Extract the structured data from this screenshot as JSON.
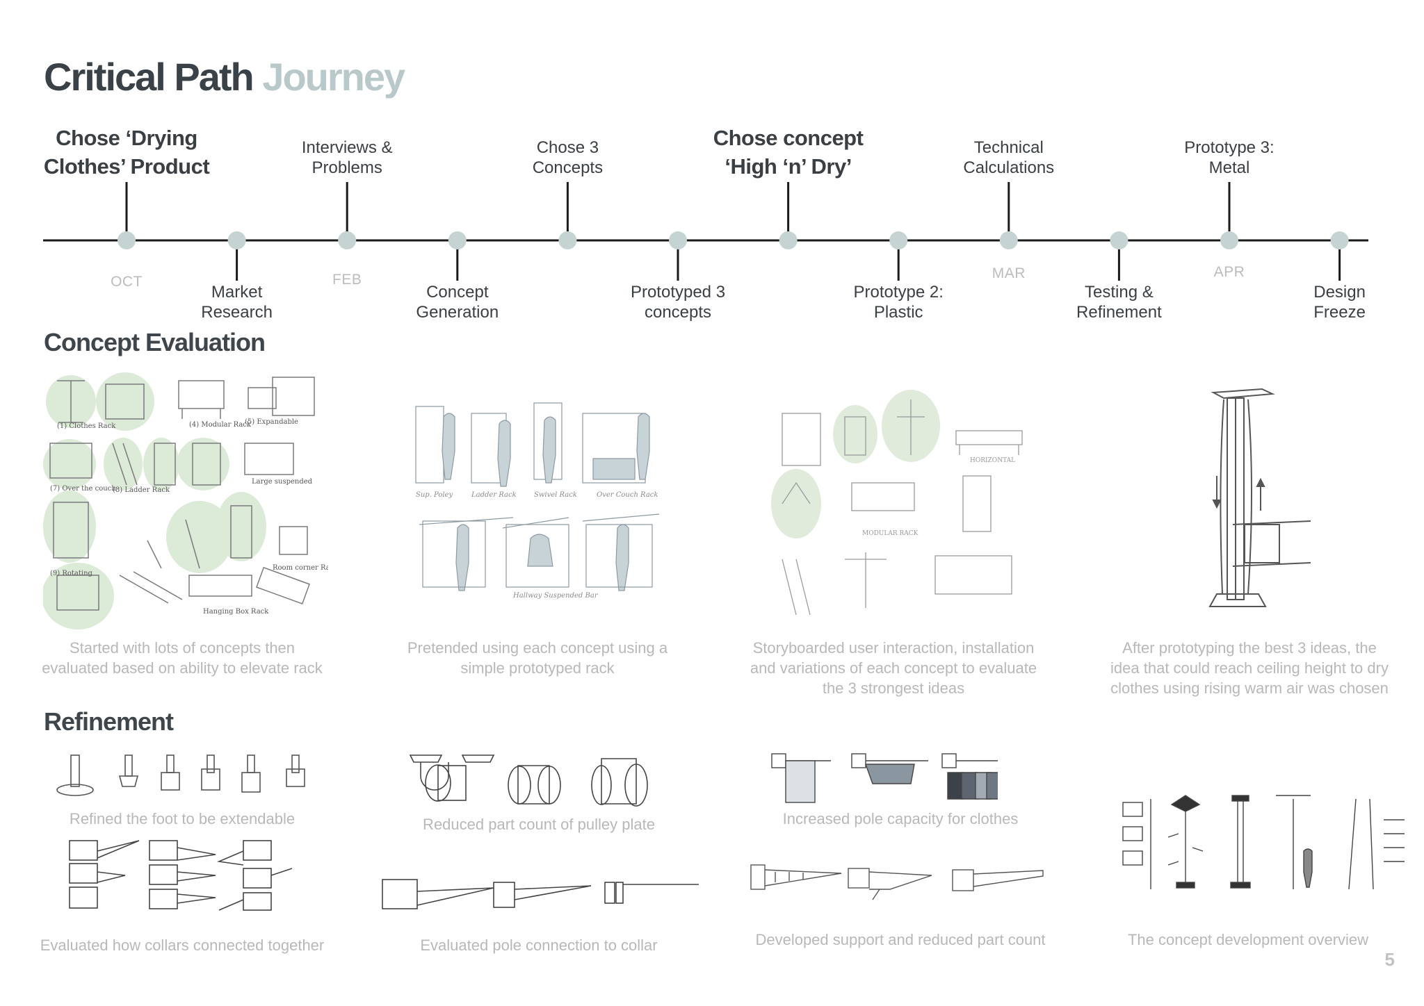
{
  "title": {
    "main": "Critical Path",
    "accent": "Journey"
  },
  "timeline": {
    "upper": [
      {
        "lines": [
          "Chose ‘Drying",
          "Clothes’ Product"
        ],
        "bold": true
      },
      {
        "lines": [
          "Interviews &",
          "Problems"
        ],
        "bold": false
      },
      {
        "lines": [
          "Chose 3",
          "Concepts"
        ],
        "bold": false
      },
      {
        "lines": [
          "Chose concept",
          "‘High ‘n’ Dry’"
        ],
        "bold": true
      },
      {
        "lines": [
          "Technical",
          "Calculations"
        ],
        "bold": false
      },
      {
        "lines": [
          "Prototype 3:",
          "Metal"
        ],
        "bold": false
      }
    ],
    "lower": [
      {
        "lines": [
          "Market",
          "Research"
        ]
      },
      {
        "lines": [
          "Concept",
          "Generation"
        ]
      },
      {
        "lines": [
          "Prototyped 3",
          "concepts"
        ]
      },
      {
        "lines": [
          "Prototype 2:",
          "Plastic"
        ]
      },
      {
        "lines": [
          "Testing &",
          "Refinement"
        ]
      },
      {
        "lines": [
          "Design",
          "Freeze"
        ]
      }
    ],
    "months": [
      "OCT",
      "FEB",
      "MAR",
      "APR"
    ]
  },
  "concept_evaluation": {
    "heading": "Concept Evaluation",
    "captions": [
      [
        "Started with lots of concepts then",
        "evaluated based on ability to elevate rack"
      ],
      [
        "Pretended using each concept using a",
        "simple prototyped rack"
      ],
      [
        "Storyboarded user interaction, installation",
        "and variations of each concept to evaluate",
        "the 3 strongest ideas"
      ],
      [
        "After prototyping the best 3 ideas, the",
        "idea that could reach ceiling height to dry",
        "clothes using rising warm air was chosen"
      ]
    ]
  },
  "refinement": {
    "heading": "Refinement",
    "captions": {
      "foot": "Refined the foot to be extendable",
      "pulley": "Reduced part count of pulley plate",
      "capacity": "Increased pole capacity for clothes",
      "collars": "Evaluated how collars connected together",
      "pole": "Evaluated pole connection to collar",
      "support": "Developed support and reduced part count",
      "overview": "The concept development overview"
    }
  },
  "page_number": "5",
  "colors": {
    "dot": "#c5d3d3",
    "line": "#1a1a1a",
    "blob": "#dcead8",
    "caption": "#b8b8b8"
  }
}
